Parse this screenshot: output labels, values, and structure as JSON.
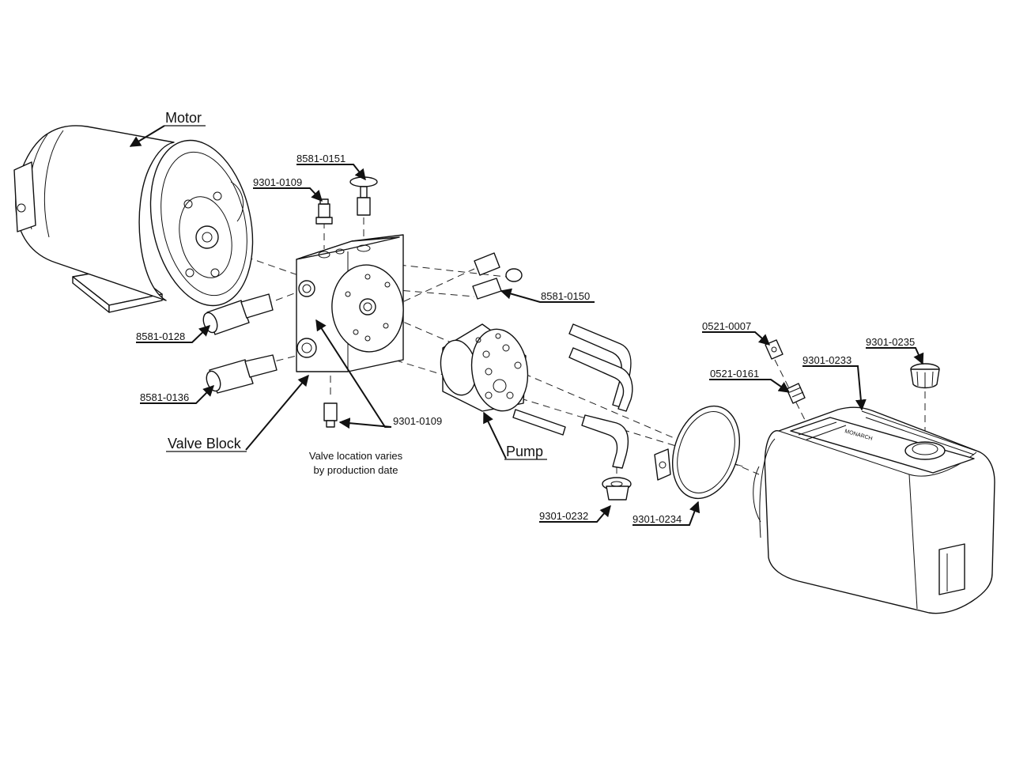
{
  "labels": {
    "motor": "Motor",
    "valve_block": "Valve Block",
    "pump": "Pump",
    "p8581_0151": "8581-0151",
    "p9301_0109_top": "9301-0109",
    "p8581_0150": "8581-0150",
    "p8581_0128": "8581-0128",
    "p8581_0136": "8581-0136",
    "p9301_0109_bottom": "9301-0109",
    "p0521_0007": "0521-0007",
    "p0521_0161": "0521-0161",
    "p9301_0233": "9301-0233",
    "p9301_0235": "9301-0235",
    "p9301_0232": "9301-0232",
    "p9301_0234": "9301-0234"
  },
  "note": {
    "line1": "Valve location varies",
    "line2": "by production date"
  },
  "tank_brand": "MONARCH"
}
